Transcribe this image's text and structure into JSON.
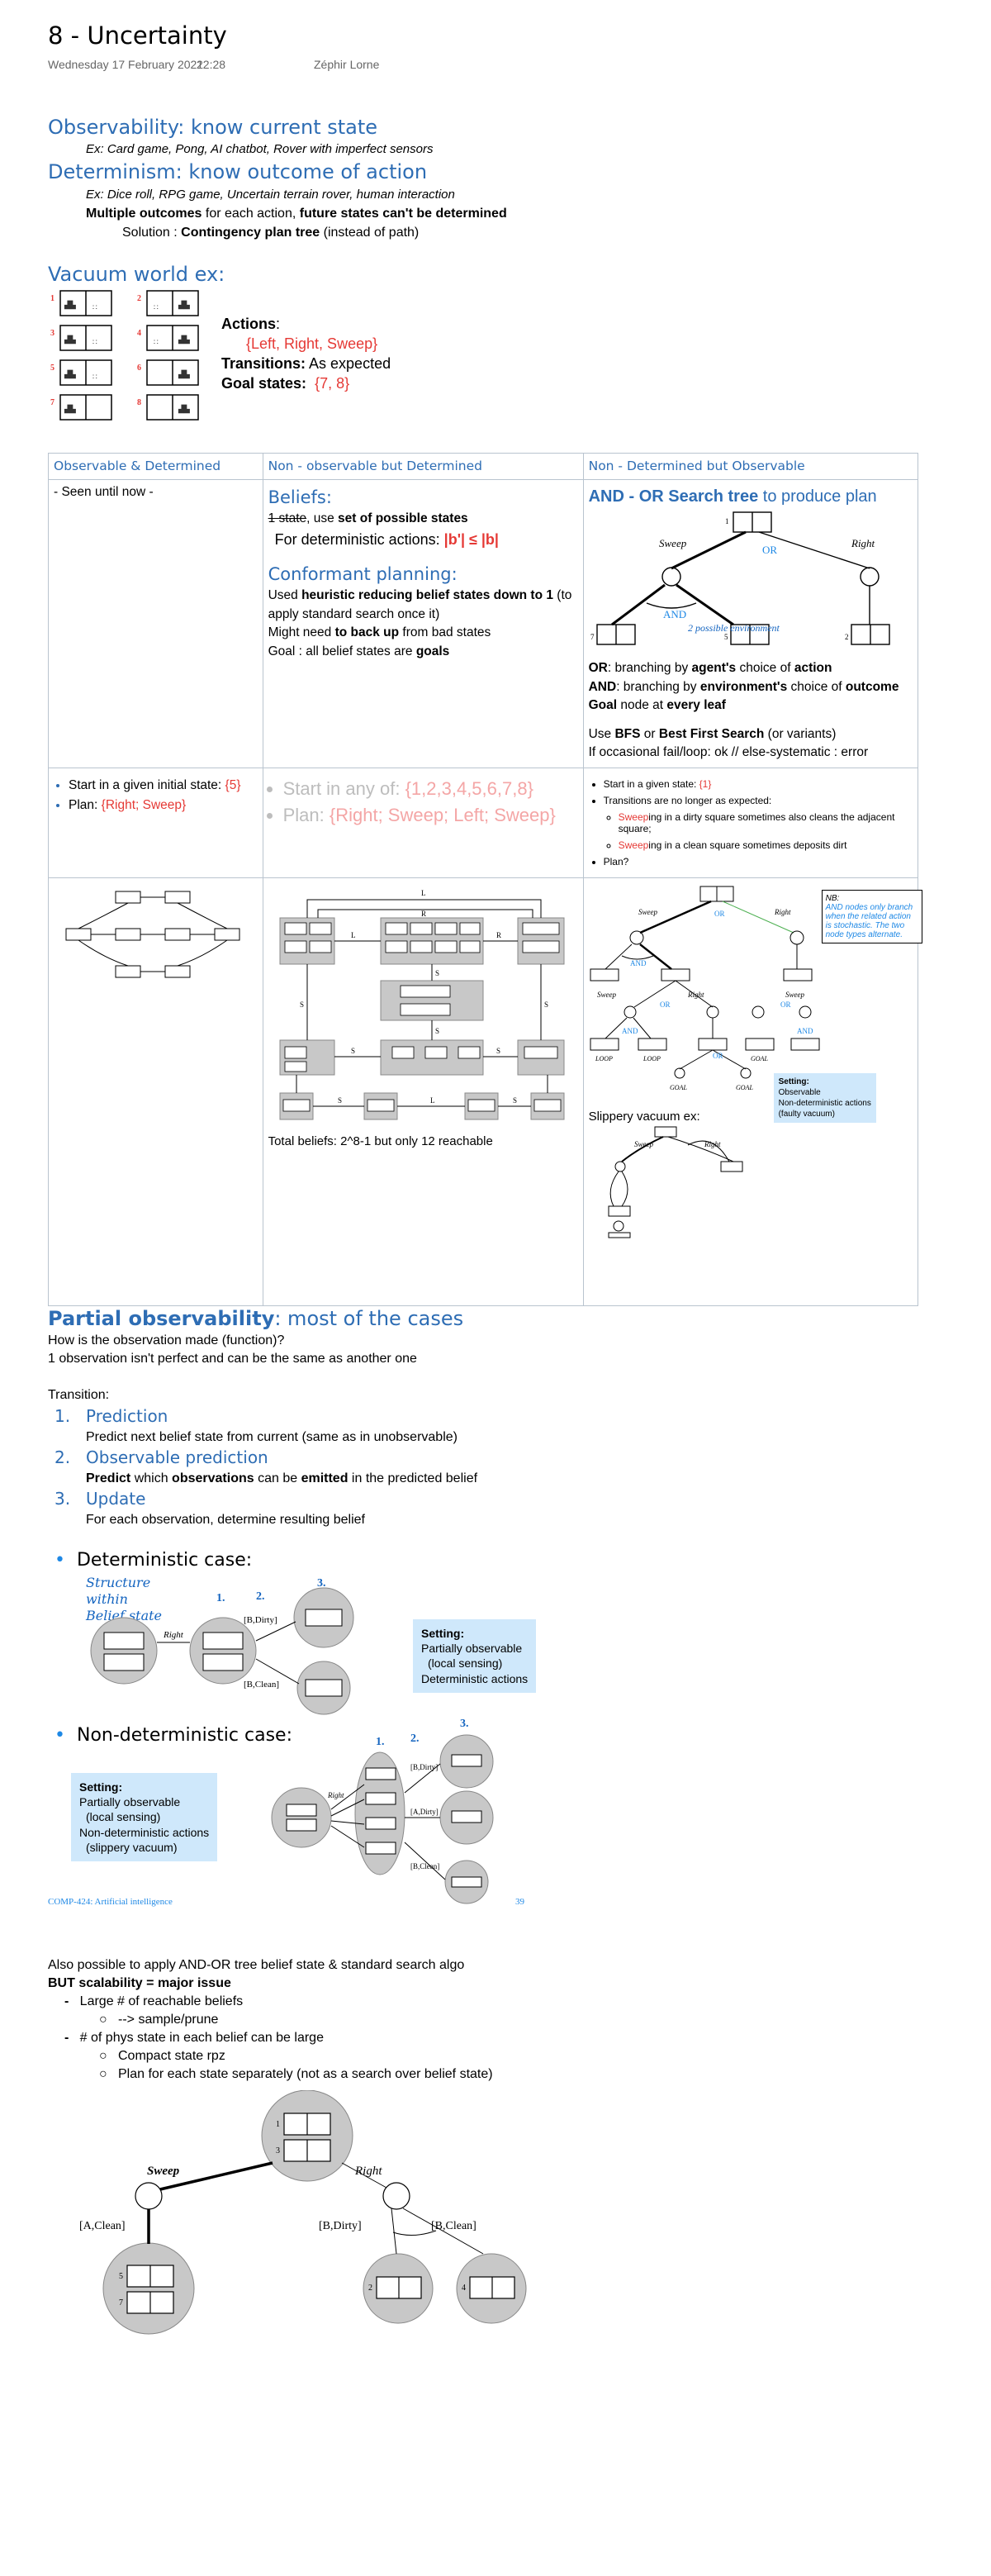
{
  "header": {
    "title": "8 - Uncertainty",
    "date": "Wednesday 17 February 2021",
    "time": "22:28",
    "author": "Zéphir Lorne"
  },
  "observability": {
    "heading": "Observability: know current state",
    "examples": "Ex: Card game, Pong, AI chatbot, Rover with imperfect sensors"
  },
  "determinism": {
    "heading": "Determinism: know outcome of action",
    "examples": "Ex: Dice roll, RPG game, Uncertain terrain rover, human interaction",
    "line1_b1": "Multiple outcomes",
    "line1_t1": " for each action, ",
    "line1_b2": "future states can't be determined",
    "solution_pre": "Solution : ",
    "solution_b": "Contingency plan tree",
    "solution_post": " (instead of path)"
  },
  "vacuum": {
    "heading": "Vacuum world ex:",
    "actions_label": "Actions",
    "actions_value": "{Left, Right, Sweep}",
    "transitions_label": "Transitions:",
    "transitions_value": " As expected",
    "goal_label": "Goal states:",
    "goal_value": "{7, 8}",
    "state_numbers": [
      "1",
      "2",
      "3",
      "4",
      "5",
      "6",
      "7",
      "8"
    ]
  },
  "table": {
    "col1": "Observable & Determined",
    "col2": "Non - observable but Determined",
    "col3": "Non - Determined but Observable",
    "c1_text": "- Seen until now -",
    "beliefs_head": "Beliefs:",
    "beliefs_strike": "1 state",
    "beliefs_rest": ", use ",
    "beliefs_bold": "set of possible states",
    "beliefs_det": "For deterministic actions: ",
    "beliefs_formula": "|b'| ≤ |b|",
    "conformant_head": "Conformant planning:",
    "conf_used": "Used ",
    "conf_used_b": "heuristic reducing belief states down to 1",
    "conf_used_rest": " (to apply standard search once it)",
    "conf_backup_pre": "Might need ",
    "conf_backup_b": "to back up",
    "conf_backup_post": " from bad states",
    "conf_goal_pre": "Goal : all belief states are ",
    "conf_goal_b": "goals",
    "andor_head_b": "AND - OR Search tree",
    "andor_head_rest": " to produce plan",
    "or_line_b1": "OR",
    "or_line_t": ": branching by ",
    "or_line_b2": "agent's",
    "or_line_t2": " choice of ",
    "or_line_b3": "action",
    "and_line_b1": "AND",
    "and_line_t": ": branching by ",
    "and_line_b2": "environment's",
    "and_line_t2": " choice of ",
    "and_line_b3": "outcome",
    "goal_line_b1": "Goal",
    "goal_line_t": " node at ",
    "goal_line_b2": "every leaf",
    "use_pre": "Use ",
    "use_b1": "BFS",
    "use_mid": " or ",
    "use_b2": "Best First Search",
    "use_post": " (or variants)",
    "fail_line": "If occasional fail/loop: ok // else-systematic : error",
    "r2c1_b1_pre": "Start in a given initial state: ",
    "r2c1_b1_val": "{5}",
    "r2c1_b2_pre": "Plan: ",
    "r2c1_b2_val": "{Right; Sweep}",
    "r2c2_b1_pre": "Start in any of: ",
    "r2c2_b1_val": "{1,2,3,4,5,6,7,8}",
    "r2c2_b2_pre": "Plan: ",
    "r2c2_b2_val": "{Right; Sweep; Left; Sweep}",
    "r2c3_b1_pre": "Start in a given state: ",
    "r2c3_b1_val": "{1}",
    "r2c3_b2": "Transitions are no longer as expected:",
    "r2c3_s1_red": "Sweep",
    "r2c3_s1": "ing in a dirty square sometimes also cleans the adjacent square;",
    "r2c3_s2_red": "Sweep",
    "r2c3_s2": "ing in a clean square sometimes deposits dirt",
    "r2c3_b3": "Plan?",
    "total_beliefs": "Total beliefs: 2^8-1 but only 12 reachable",
    "slippery": "Slippery vacuum ex:",
    "nb_title": "NB:",
    "nb_text": "AND nodes only branch when the related action is stochastic. The two node types alternate.",
    "setting_title": "Setting:",
    "setting_lines": [
      "Observable",
      "Non-deterministic actions",
      "(faulty vacuum)"
    ]
  },
  "partial": {
    "heading_b": "Partial observability",
    "heading_rest": ": most of the cases",
    "q": "How is the observation made (function)?",
    "line": "1 observation isn't perfect and can be the same as another one",
    "transition": "Transition:",
    "steps": [
      {
        "n": "1.",
        "t": "Prediction",
        "d": "Predict next belief state from current (same as in unobservable)"
      },
      {
        "n": "2.",
        "t": "Observable prediction",
        "d_b1": "Predict",
        "d_t1": " which ",
        "d_b2": "observations",
        "d_t2": " can be ",
        "d_b3": "emitted",
        "d_t3": " in the predicted belief"
      },
      {
        "n": "3.",
        "t": "Update",
        "d": "For each observation, determine resulting belief"
      }
    ]
  },
  "det_case": {
    "label": "Deterministic case:",
    "hand": "Structure within Belief state",
    "setting_title": "Setting:",
    "setting_lines": [
      "Partially observable",
      "(local sensing)",
      "Deterministic actions"
    ]
  },
  "nondet_case": {
    "label": "Non-deterministic case:",
    "setting_title": "Setting:",
    "setting_lines": [
      "Partially observable",
      "(local sensing)",
      "Non-deterministic actions",
      "(slippery vacuum)"
    ]
  },
  "slide_footer": {
    "left": "COMP-424: Artificial intelligence",
    "right": "39"
  },
  "bottom": {
    "l1": "Also possible to apply AND-OR tree belief state & standard search algo",
    "l2": "BUT scalability = major issue",
    "b1": "Large # of reachable beliefs",
    "b1s": "--> sample/prune",
    "b2": "# of phys state in each belief can be large",
    "b2s1": "Compact state rpz",
    "b2s2": "Plan for each state separately (not as a search over belief state)"
  },
  "diagram_labels": {
    "sweep": "Sweep",
    "right": "Right",
    "left": "Left",
    "or": "OR",
    "and": "AND",
    "a_clean": "[A,Clean]",
    "b_dirty": "[B,Dirty]",
    "b_clean": "[B,Clean]",
    "a_dirty": "[A,Dirty]",
    "goal": "GOAL",
    "loop": "LOOP",
    "s": "S",
    "l": "L",
    "r": "R",
    "n1": "1.",
    "n2": "2.",
    "n3": "3.",
    "handwritten": "2 possible environment"
  }
}
